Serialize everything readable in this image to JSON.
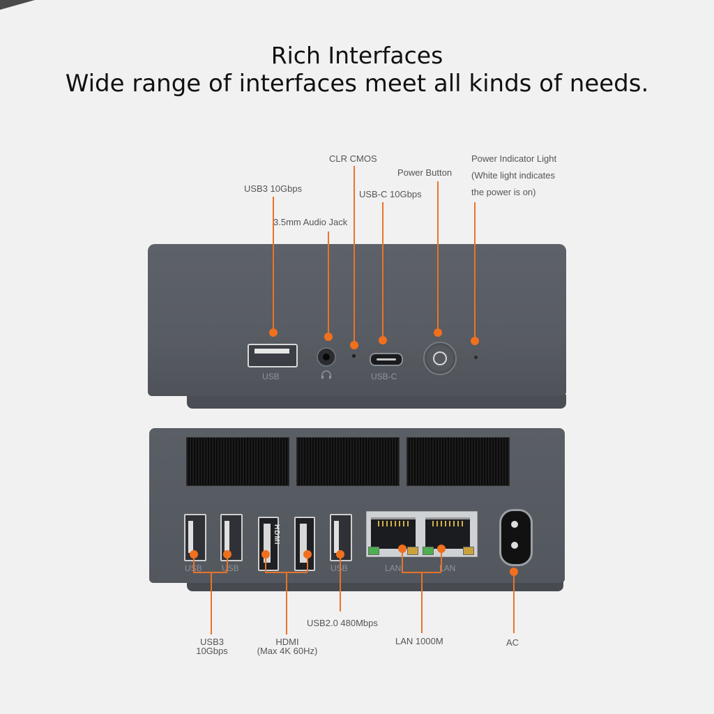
{
  "headline": {
    "title": "Rich Interfaces",
    "subtitle": "Wide range of interfaces meet all kinds of needs."
  },
  "colors": {
    "accent": "#f0701e",
    "device_body": "#585c63",
    "background": "#f1f1f1"
  },
  "front_panel": {
    "callouts": {
      "usb3": "USB3 10Gbps",
      "audio": "3.5mm Audio Jack",
      "clr_cmos": "CLR CMOS",
      "usbc": "USB-C 10Gbps",
      "power_button": "Power Button",
      "power_light": [
        "Power Indicator Light",
        "(White light indicates",
        "the power is on)"
      ]
    },
    "port_labels": {
      "usb": "USB",
      "headphone": "headphone-icon",
      "usbc": "USB-C"
    }
  },
  "back_panel": {
    "port_labels": {
      "usb1": "USB",
      "usb2": "USB",
      "usb3": "USB",
      "lan1": "LAN",
      "lan2": "LAN",
      "hdmi_logo": "HDMI"
    },
    "callouts": {
      "usb3": [
        "USB3",
        "10Gbps"
      ],
      "hdmi": [
        "HDMI",
        "(Max 4K 60Hz)"
      ],
      "usb2": "USB2.0 480Mbps",
      "lan": "LAN 1000M",
      "ac": "AC"
    }
  }
}
